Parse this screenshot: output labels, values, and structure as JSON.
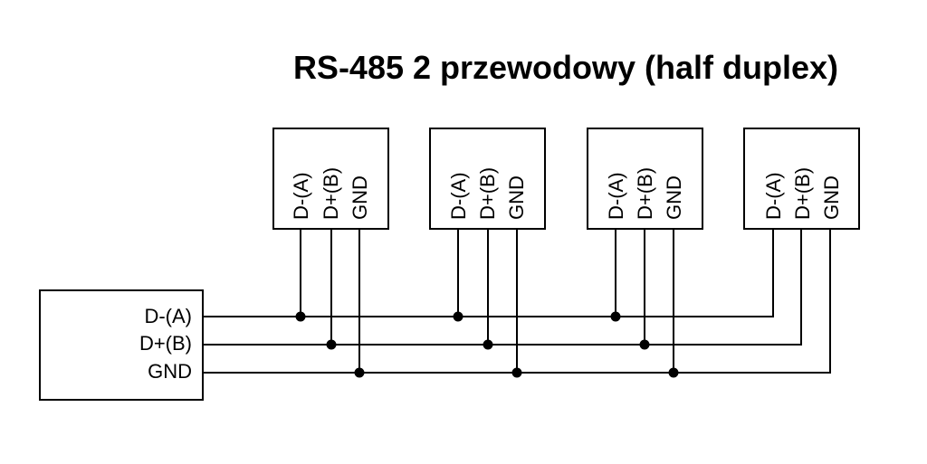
{
  "title": "RS-485 2 przewodowy (half duplex)",
  "master": {
    "pins": [
      "D-(A)",
      "D+(B)",
      "GND"
    ]
  },
  "slaves": [
    {
      "pins": [
        "D-(A)",
        "D+(B)",
        "GND"
      ]
    },
    {
      "pins": [
        "D-(A)",
        "D+(B)",
        "GND"
      ]
    },
    {
      "pins": [
        "D-(A)",
        "D+(B)",
        "GND"
      ]
    },
    {
      "pins": [
        "D-(A)",
        "D+(B)",
        "GND"
      ]
    }
  ]
}
